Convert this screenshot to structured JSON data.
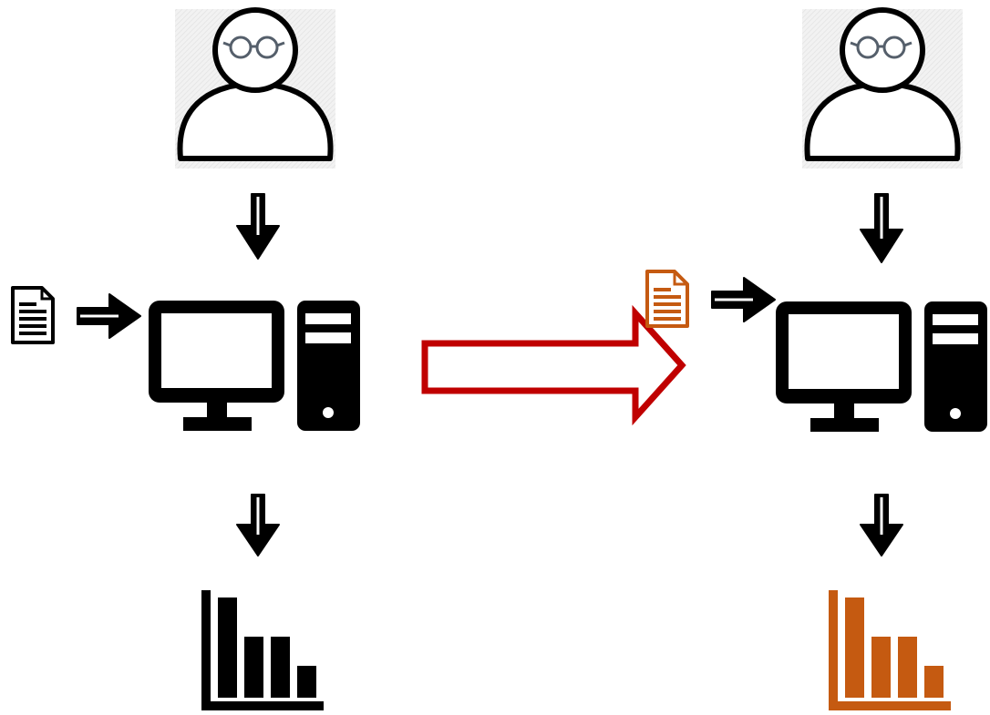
{
  "diagram": {
    "colors": {
      "ink": "#000000",
      "highlight_arrow": "#c00000",
      "accent": "#c55a11",
      "user_background": "#eeeeee",
      "glasses": "#555f6b"
    },
    "left_pipeline": {
      "user": {
        "icon": "user-with-glasses-icon"
      },
      "input_document": {
        "icon": "document-icon",
        "color": "#000000"
      },
      "computer": {
        "icon": "desktop-computer-icon"
      },
      "output_chart": {
        "icon": "bar-chart-icon",
        "color": "#000000",
        "bar_levels": [
          0.95,
          0.58,
          0.58,
          0.3
        ]
      }
    },
    "transition_arrow": {
      "icon": "outlined-right-arrow-icon",
      "color": "#c00000"
    },
    "right_pipeline": {
      "user": {
        "icon": "user-with-glasses-icon"
      },
      "input_document": {
        "icon": "document-icon",
        "color": "#c55a11"
      },
      "computer": {
        "icon": "desktop-computer-icon"
      },
      "output_chart": {
        "icon": "bar-chart-icon",
        "color": "#c55a11",
        "bar_levels": [
          0.95,
          0.58,
          0.58,
          0.3
        ]
      }
    }
  }
}
